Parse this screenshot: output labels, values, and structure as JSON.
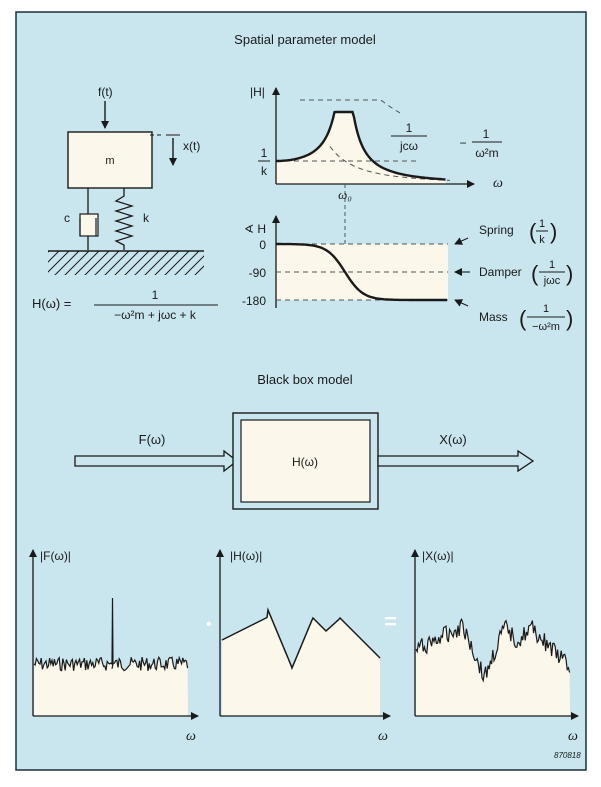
{
  "colors": {
    "page": "#ffffff",
    "panel": "#c9e6ef",
    "panel_border": "#1c2f3a",
    "fill": "#fbf7ea",
    "ink": "#1a1a1a",
    "dash": "#555555"
  },
  "top": {
    "title": "Spatial parameter model",
    "force_label": "f(t)",
    "displacement_label": "x(t)",
    "mass_label": "m",
    "damper_label": "c",
    "spring_label": "k",
    "transfer_lhs": "H(ω) =",
    "transfer_num": "1",
    "transfer_den": "−ω²m + jωc + k"
  },
  "magnitude_plot": {
    "y_label": "|H|",
    "x_label": "ω",
    "stiffness_num": "1",
    "stiffness_den": "k",
    "damper_num": "1",
    "damper_den": "jcω",
    "mass_prefix": "−",
    "mass_num": "1",
    "mass_den": "ω²m",
    "resonance_label": "ω₀"
  },
  "phase_plot": {
    "y_label": "∢ H",
    "ticks": [
      "0",
      "-90",
      "-180"
    ],
    "spring_word": "Spring",
    "spring_num": "1",
    "spring_den": "k",
    "damper_word": "Damper",
    "damper_num": "1",
    "damper_den": "jωc",
    "mass_word": "Mass",
    "mass_num": "1",
    "mass_den": "−ω²m"
  },
  "black_box": {
    "title": "Black box model",
    "input_label": "F(ω)",
    "box_label": "H(ω)",
    "output_label": "X(ω)"
  },
  "spectra": {
    "input": {
      "y_label": "|F(ω)|",
      "x_label": "ω"
    },
    "frf": {
      "y_label": "|H(ω)|",
      "x_label": "ω"
    },
    "output": {
      "y_label": "|X(ω)|",
      "x_label": "ω"
    },
    "multiply_sign": "•",
    "equals_sign": "="
  },
  "figure_code": "870818"
}
